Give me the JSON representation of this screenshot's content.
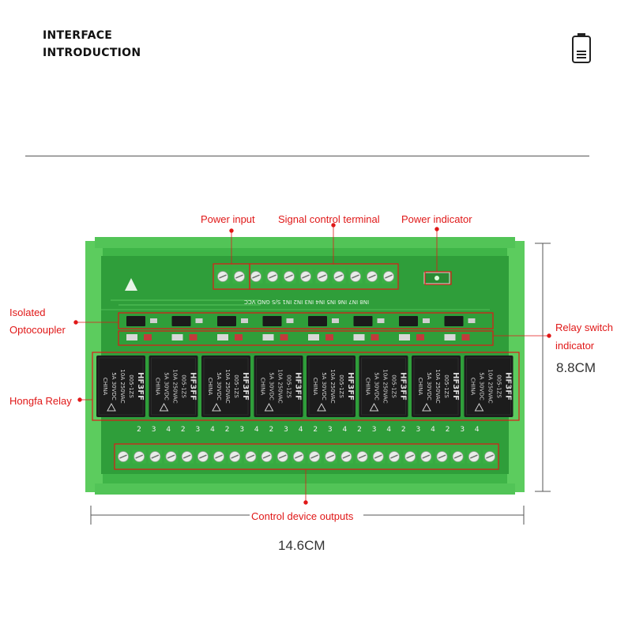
{
  "header": {
    "line1": "INTERFACE",
    "line2": "INTRODUCTION",
    "icon": "battery-icon"
  },
  "callouts": {
    "power_input": "Power input",
    "signal_terminal": "Signal control terminal",
    "power_indicator": "Power indicator",
    "optocoupler_1": "Isolated",
    "optocoupler_2": "Optocoupler",
    "relay_switch_1": "Relay switch",
    "relay_switch_2": "indicator",
    "relay": "Hongfa Relay",
    "outputs": "Control device outputs"
  },
  "dimensions": {
    "width": "14.6CM",
    "height": "8.8CM"
  },
  "board": {
    "silkscreen_inputs": "IN8 IN7 IN6 IN5 IN4 IN3 IN2 IN1 S/S GND VCC",
    "relay_count": 8,
    "relay_lines": [
      "HF3FF",
      "005-1ZS",
      "10A 250VAC",
      "5A 30VDC",
      "CHINA"
    ],
    "terminal_numbers": [
      "2",
      "3",
      "4",
      "2",
      "3",
      "4",
      "2",
      "3",
      "4",
      "2",
      "3",
      "4",
      "2",
      "3",
      "4",
      "2",
      "3",
      "4",
      "2",
      "3",
      "4",
      "2",
      "3",
      "4"
    ],
    "colors": {
      "board": "#2f9e3a",
      "housing": "#43b84a",
      "relay": "#1c1c1c",
      "callout": "#e01818"
    }
  }
}
